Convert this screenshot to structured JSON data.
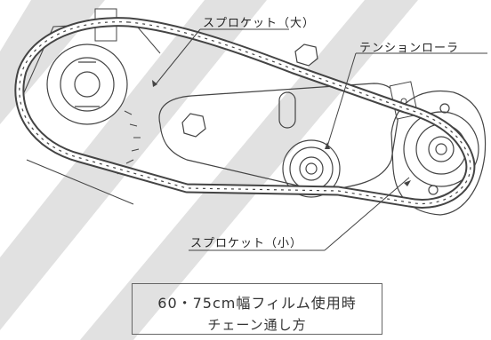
{
  "labels": {
    "sprocket_large": "スプロケット（大）",
    "tension_roller": "テンションローラ",
    "sprocket_small": "スプロケット（小）"
  },
  "caption": {
    "line1": "60・75cm幅フィルム使用時",
    "line2": "チェーン通し方"
  },
  "colors": {
    "stroke": "#444444",
    "watermark": "#d6d6d6"
  }
}
